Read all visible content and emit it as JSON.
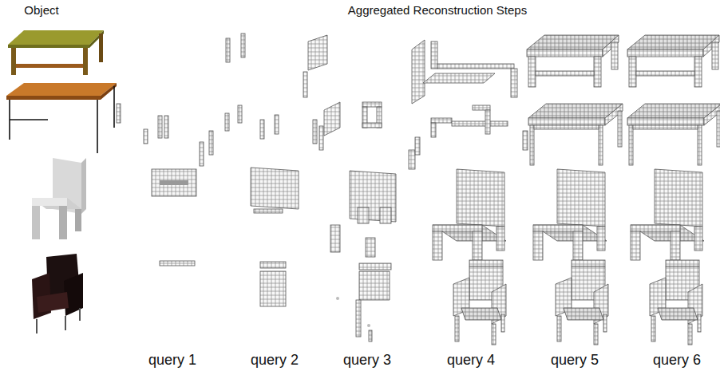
{
  "diagram": {
    "labels": [
      "Object",
      "Aggregated Reconstruction Steps",
      "query 1",
      "query 2",
      "query 3",
      "query 4",
      "query 5",
      "query 6"
    ]
  }
}
